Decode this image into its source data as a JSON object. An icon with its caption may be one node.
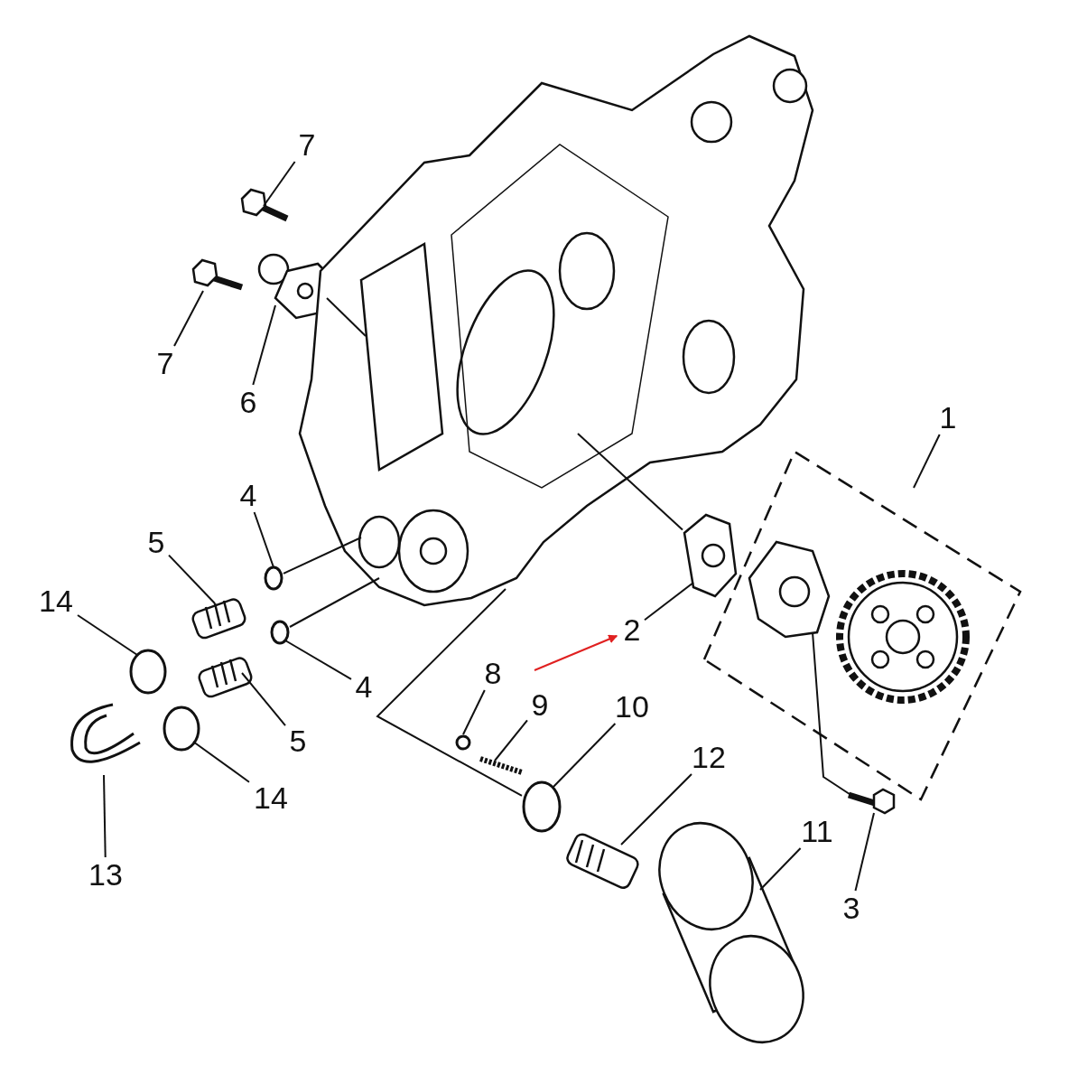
{
  "diagram": {
    "nodes": [
      {
        "text": [
          "7"
        ]
      },
      {
        "text": [
          "7"
        ]
      },
      {
        "text": [
          "6"
        ]
      },
      {
        "text": [
          "1"
        ]
      },
      {
        "text": [
          "4"
        ]
      },
      {
        "text": [
          "5"
        ]
      },
      {
        "text": [
          "14"
        ]
      },
      {
        "text": [
          "2"
        ]
      },
      {
        "text": [
          "8"
        ]
      },
      {
        "text": [
          "4"
        ]
      },
      {
        "text": [
          "9"
        ]
      },
      {
        "text": [
          "10"
        ]
      },
      {
        "text": [
          "5"
        ]
      },
      {
        "text": [
          "12"
        ]
      },
      {
        "text": [
          "14"
        ]
      },
      {
        "text": [
          "11"
        ]
      },
      {
        "text": [
          "13"
        ]
      },
      {
        "text": [
          "3"
        ]
      },
      {
        "text": [],
        "shape": "picture"
      },
      {
        "text": [],
        "shape": "picture"
      },
      {
        "text": [],
        "shape": "picture"
      },
      {
        "text": [],
        "shape": "box"
      },
      {
        "text": [],
        "shape": "picture",
        "in": 21
      },
      {
        "text": [],
        "shape": "picture",
        "in": 21
      },
      {
        "text": [],
        "shape": "circle"
      },
      {
        "text": [],
        "shape": "circle"
      },
      {
        "text": [],
        "shape": "picture"
      },
      {
        "text": [],
        "shape": "picture"
      },
      {
        "text": [],
        "shape": "circle"
      },
      {
        "text": [],
        "shape": "circle"
      },
      {
        "text": [],
        "shape": "picture"
      },
      {
        "text": [],
        "shape": "picture"
      },
      {
        "text": [],
        "shape": "circle"
      },
      {
        "text": [],
        "shape": "picture"
      },
      {
        "text": [],
        "shape": "circle"
      },
      {
        "text": [],
        "shape": "picture"
      },
      {
        "text": [],
        "shape": "picture"
      },
      {
        "text": [],
        "shape": "picture"
      },
      {
        "text": [],
        "shape": "picture"
      }
    ],
    "edges": [
      {
        "from": 0,
        "to": 18,
        "arrow": "none"
      },
      {
        "from": 1,
        "to": 19,
        "arrow": "none"
      },
      {
        "from": 2,
        "to": 20,
        "arrow": "none"
      },
      {
        "from": 3,
        "to": 21,
        "arrow": "none"
      },
      {
        "from": 4,
        "to": 24,
        "arrow": "none"
      },
      {
        "from": 5,
        "to": 26,
        "arrow": "none"
      },
      {
        "from": 6,
        "to": 28,
        "arrow": "none"
      },
      {
        "from": 7,
        "to": 31,
        "arrow": "none"
      },
      {
        "from": 8,
        "to": 32,
        "arrow": "none"
      },
      {
        "from": 9,
        "to": 25,
        "arrow": "none"
      },
      {
        "from": 10,
        "to": 33,
        "arrow": "none"
      },
      {
        "from": 11,
        "to": 34,
        "arrow": "none"
      },
      {
        "from": 12,
        "to": 27,
        "arrow": "none"
      },
      {
        "from": 13,
        "to": 35,
        "arrow": "none"
      },
      {
        "from": 14,
        "to": 29,
        "arrow": "none"
      },
      {
        "from": 15,
        "to": 36,
        "arrow": "none"
      },
      {
        "from": 16,
        "to": 30,
        "arrow": "none"
      },
      {
        "from": 17,
        "to": 37,
        "arrow": "none"
      },
      {
        "from": null,
        "to": 7,
        "arrow": "to",
        "color": "#e02020"
      },
      {
        "from": 20,
        "to": 38,
        "arrow": "none"
      },
      {
        "from": 31,
        "to": 38,
        "arrow": "none"
      },
      {
        "from": 24,
        "to": 38,
        "arrow": "none"
      },
      {
        "from": 25,
        "to": 38,
        "arrow": "none"
      },
      {
        "from": 22,
        "to": 37,
        "arrow": "none"
      },
      {
        "from": 34,
        "to": 38,
        "arrow": "none"
      }
    ]
  }
}
